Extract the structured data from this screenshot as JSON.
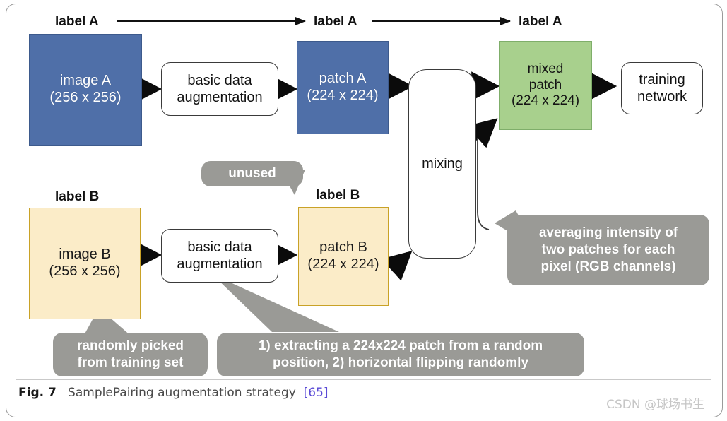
{
  "figure": {
    "caption_label": "Fig. 7",
    "caption_text": "SamplePairing augmentation strategy",
    "caption_reference": "[65]",
    "watermark": "CSDN @球场书生"
  },
  "colors": {
    "image_a_fill": "#4f6fa8",
    "image_b_fill": "#fbecc8",
    "mixed_patch_fill": "#a8d08d",
    "callout_fill": "#9a9a96",
    "reference_link": "#5b4bd6",
    "frame_border": "#9a9a9a"
  },
  "labels": {
    "label_a_left": "label A",
    "label_a_mid": "label A",
    "label_a_right": "label A",
    "label_b_left": "label B",
    "label_b_mid": "label B"
  },
  "nodes": {
    "image_a": {
      "line1": "image A",
      "line2": "(256 x 256)"
    },
    "image_b": {
      "line1": "image B",
      "line2": "(256 x 256)"
    },
    "patch_a": {
      "line1": "patch A",
      "line2": "(224 x 224)"
    },
    "patch_b": {
      "line1": "patch B",
      "line2": "(224 x 224)"
    },
    "mixed_patch": {
      "line1": "mixed",
      "line2": "patch",
      "line3": "(224 x 224)"
    },
    "aug_a": {
      "line1": "basic data",
      "line2": "augmentation"
    },
    "aug_b": {
      "line1": "basic data",
      "line2": "augmentation"
    },
    "mixing": {
      "line1": "mixing"
    },
    "training_network": {
      "line1": "training",
      "line2": "network"
    }
  },
  "callouts": {
    "unused": {
      "line1": "unused"
    },
    "averaging": {
      "line1": "averaging intensity of",
      "line2": "two patches for each",
      "line3": "pixel (RGB channels)"
    },
    "randomly_picked": {
      "line1": "randomly picked",
      "line2": "from training set"
    },
    "extracting": {
      "line1": "1) extracting a 224x224 patch from a random",
      "line2": "position, 2) horizontal flipping randomly"
    }
  }
}
